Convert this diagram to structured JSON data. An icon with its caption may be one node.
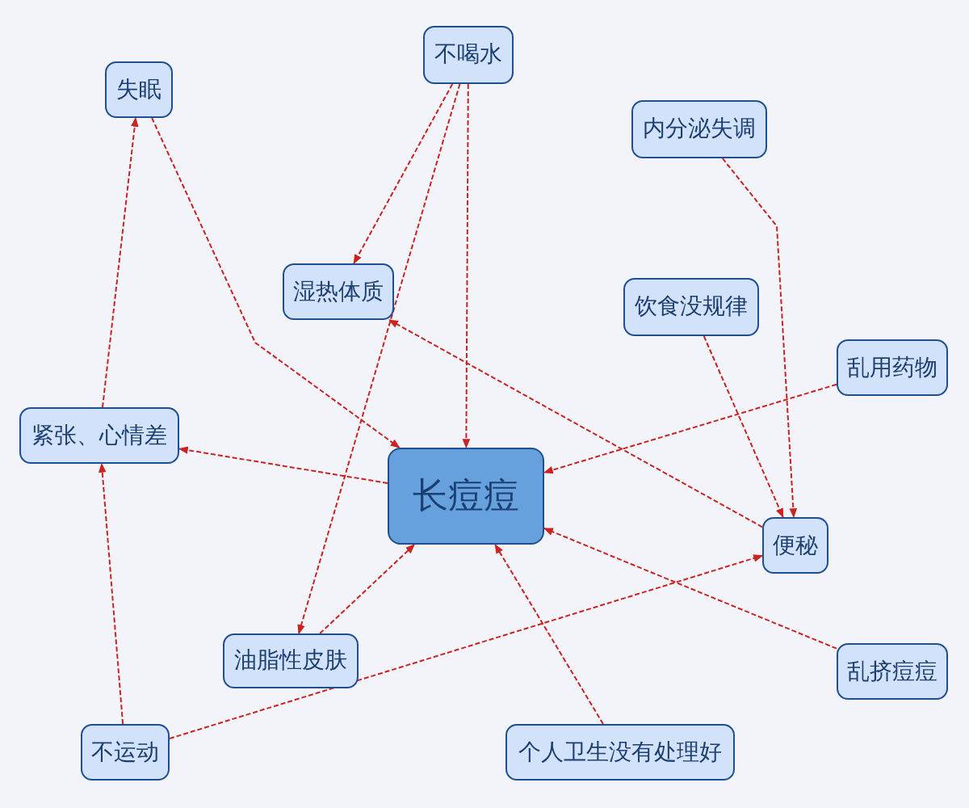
{
  "diagram": {
    "nodes": [
      {
        "text": [
          "不喝水"
        ]
      },
      {
        "text": [
          "失眠"
        ]
      },
      {
        "text": [
          "内分泌失调"
        ]
      },
      {
        "text": [
          "湿热体质"
        ]
      },
      {
        "text": [
          "饮食没规律"
        ]
      },
      {
        "text": [
          "乱用药物"
        ]
      },
      {
        "text": [
          "紧张、心情差"
        ]
      },
      {
        "text": [
          "长痘痘"
        ]
      },
      {
        "text": [
          "便秘"
        ]
      },
      {
        "text": [
          "油脂性皮肤"
        ]
      },
      {
        "text": [
          "不运动"
        ]
      },
      {
        "text": [
          "个人卫生没有处理好"
        ]
      },
      {
        "text": [
          "乱挤痘痘"
        ]
      }
    ],
    "edges": [
      {
        "from": 0,
        "to": 3,
        "arrow": "to"
      },
      {
        "from": 0,
        "to": 9,
        "arrow": "to"
      },
      {
        "from": 0,
        "to": 7,
        "arrow": "to"
      },
      {
        "from": 1,
        "to": 7,
        "arrow": "to"
      },
      {
        "from": 8,
        "to": 3,
        "arrow": "to"
      },
      {
        "from": 2,
        "to": 8,
        "arrow": "to"
      },
      {
        "from": 4,
        "to": 8,
        "arrow": "to"
      },
      {
        "from": 5,
        "to": 7,
        "arrow": "to"
      },
      {
        "from": 7,
        "to": 6,
        "arrow": "to"
      },
      {
        "from": 6,
        "to": 1,
        "arrow": "to"
      },
      {
        "from": 10,
        "to": 6,
        "arrow": "to"
      },
      {
        "from": 10,
        "to": 8,
        "arrow": "to"
      },
      {
        "from": 9,
        "to": 7,
        "arrow": "to"
      },
      {
        "from": 11,
        "to": 7,
        "arrow": "to"
      },
      {
        "from": 12,
        "to": 7,
        "arrow": "to"
      }
    ]
  }
}
